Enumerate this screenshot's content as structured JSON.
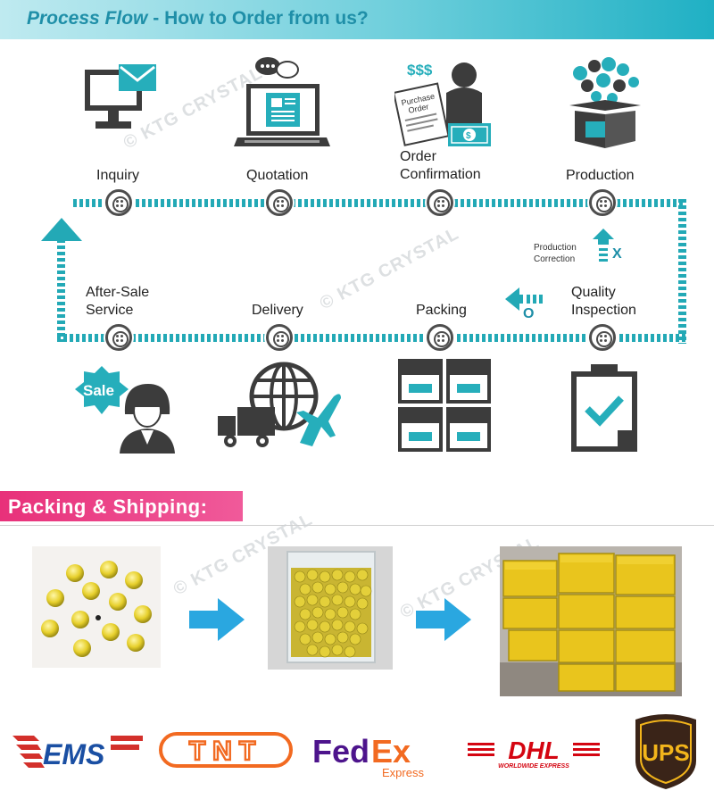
{
  "header": {
    "title": "Process Flow",
    "separator": "-",
    "subtitle": "How to Order from us?"
  },
  "steps_top": [
    {
      "label": "Inquiry"
    },
    {
      "label": "Quotation"
    },
    {
      "label_line1": "Order",
      "label_line2": "Confirmation"
    },
    {
      "label": "Production"
    }
  ],
  "steps_bottom": [
    {
      "label_line1": "After-Sale",
      "label_line2": "Service"
    },
    {
      "label": "Delivery"
    },
    {
      "label": "Packing"
    },
    {
      "label_line1": "Quality",
      "label_line2": "Inspection"
    }
  ],
  "production_correction": {
    "line1": "Production",
    "line2": "Correction",
    "mark": "X"
  },
  "delivery_mark": "O",
  "icon_texts": {
    "dollars": "$$$",
    "purchase_order_line1": "Purchase",
    "purchase_order_line2": "Order",
    "sale": "Sale"
  },
  "watermark": "© KTG CRYSTAL",
  "packing": {
    "title": "Packing & Shipping:"
  },
  "couriers": {
    "ems": "EMS",
    "tnt": "TNT",
    "fedex_fed": "Fed",
    "fedex_ex": "Ex",
    "fedex_sub": "Express",
    "dhl": "DHL",
    "dhl_sub": "WORLDWIDE EXPRESS",
    "ups": "UPS"
  },
  "colors": {
    "accent": "#23a9b6",
    "dark": "#3c3c3c",
    "banner": "#e8317a"
  }
}
